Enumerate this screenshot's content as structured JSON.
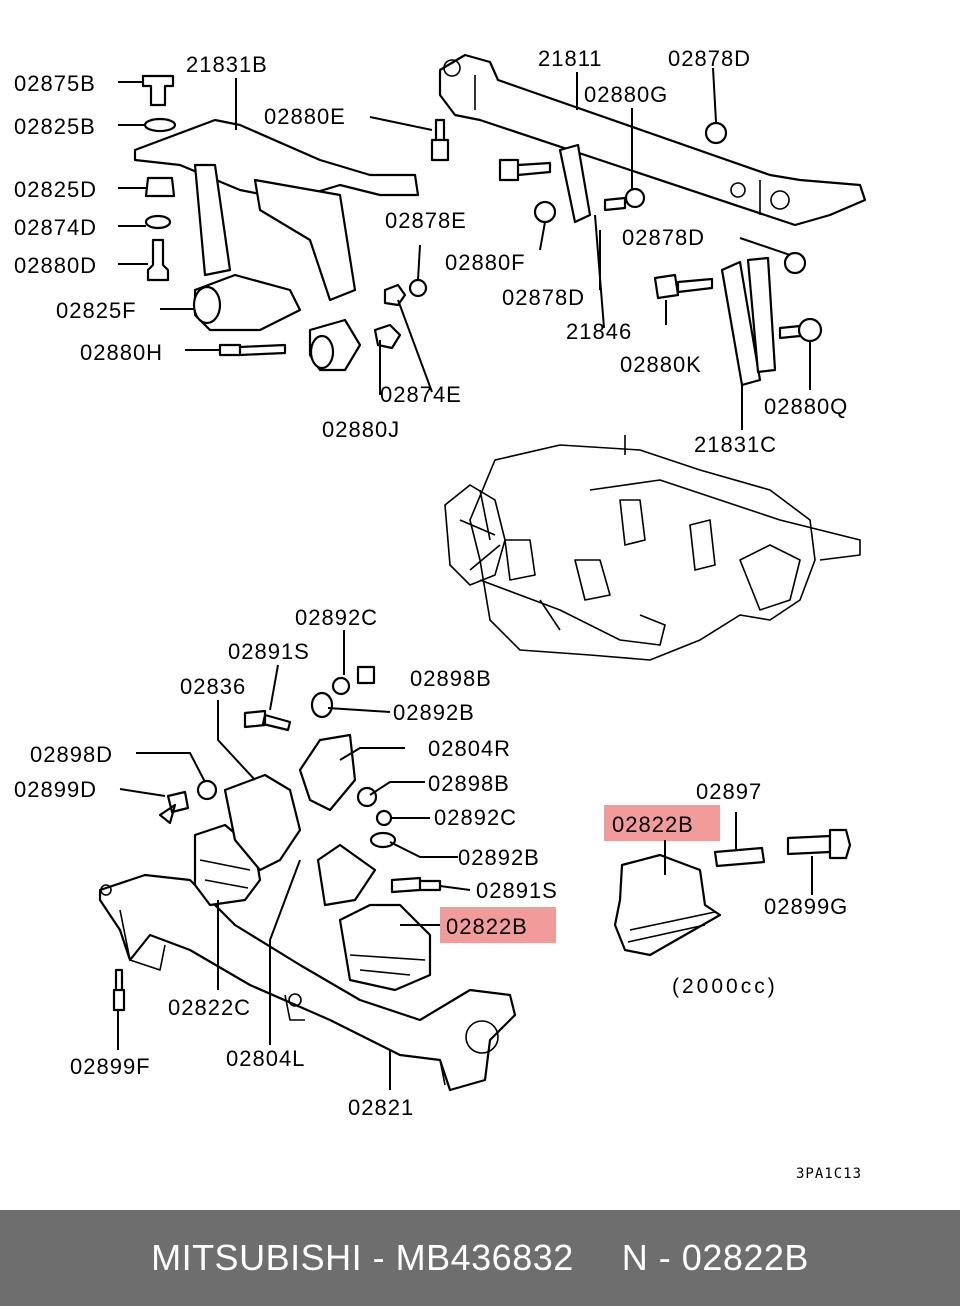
{
  "diagram": {
    "top_group": {
      "labels": [
        "02875B",
        "02825B",
        "02825D",
        "02874D",
        "02880D",
        "02825F",
        "02880H",
        "21831B",
        "02880E",
        "02878E",
        "02874E",
        "02880J",
        "21811",
        "02878D",
        "02880G",
        "02880F",
        "02878D",
        "21846",
        "02878D",
        "02880K",
        "02880Q",
        "21831C"
      ]
    },
    "bottom_group": {
      "labels": [
        "02892C",
        "02891S",
        "02836",
        "02898B",
        "02892B",
        "02898D",
        "02804R",
        "02899D",
        "02898B",
        "02892C",
        "02892B",
        "02891S",
        "02822B",
        "02822C",
        "02804L",
        "02821",
        "02899F",
        "02897",
        "02822B",
        "02899G"
      ],
      "highlighted_part": "02822B",
      "note": "(2000cc)"
    },
    "drawing_code": "3PA1C13",
    "highlight_color": "#f08a8a"
  },
  "footer": {
    "brand": "MITSUBISHI",
    "separator": "-",
    "part_number": "MB436832",
    "ref_prefix": "N",
    "ref_separator": "-",
    "ref_number": "02822B",
    "background": "#6e6e6e"
  }
}
